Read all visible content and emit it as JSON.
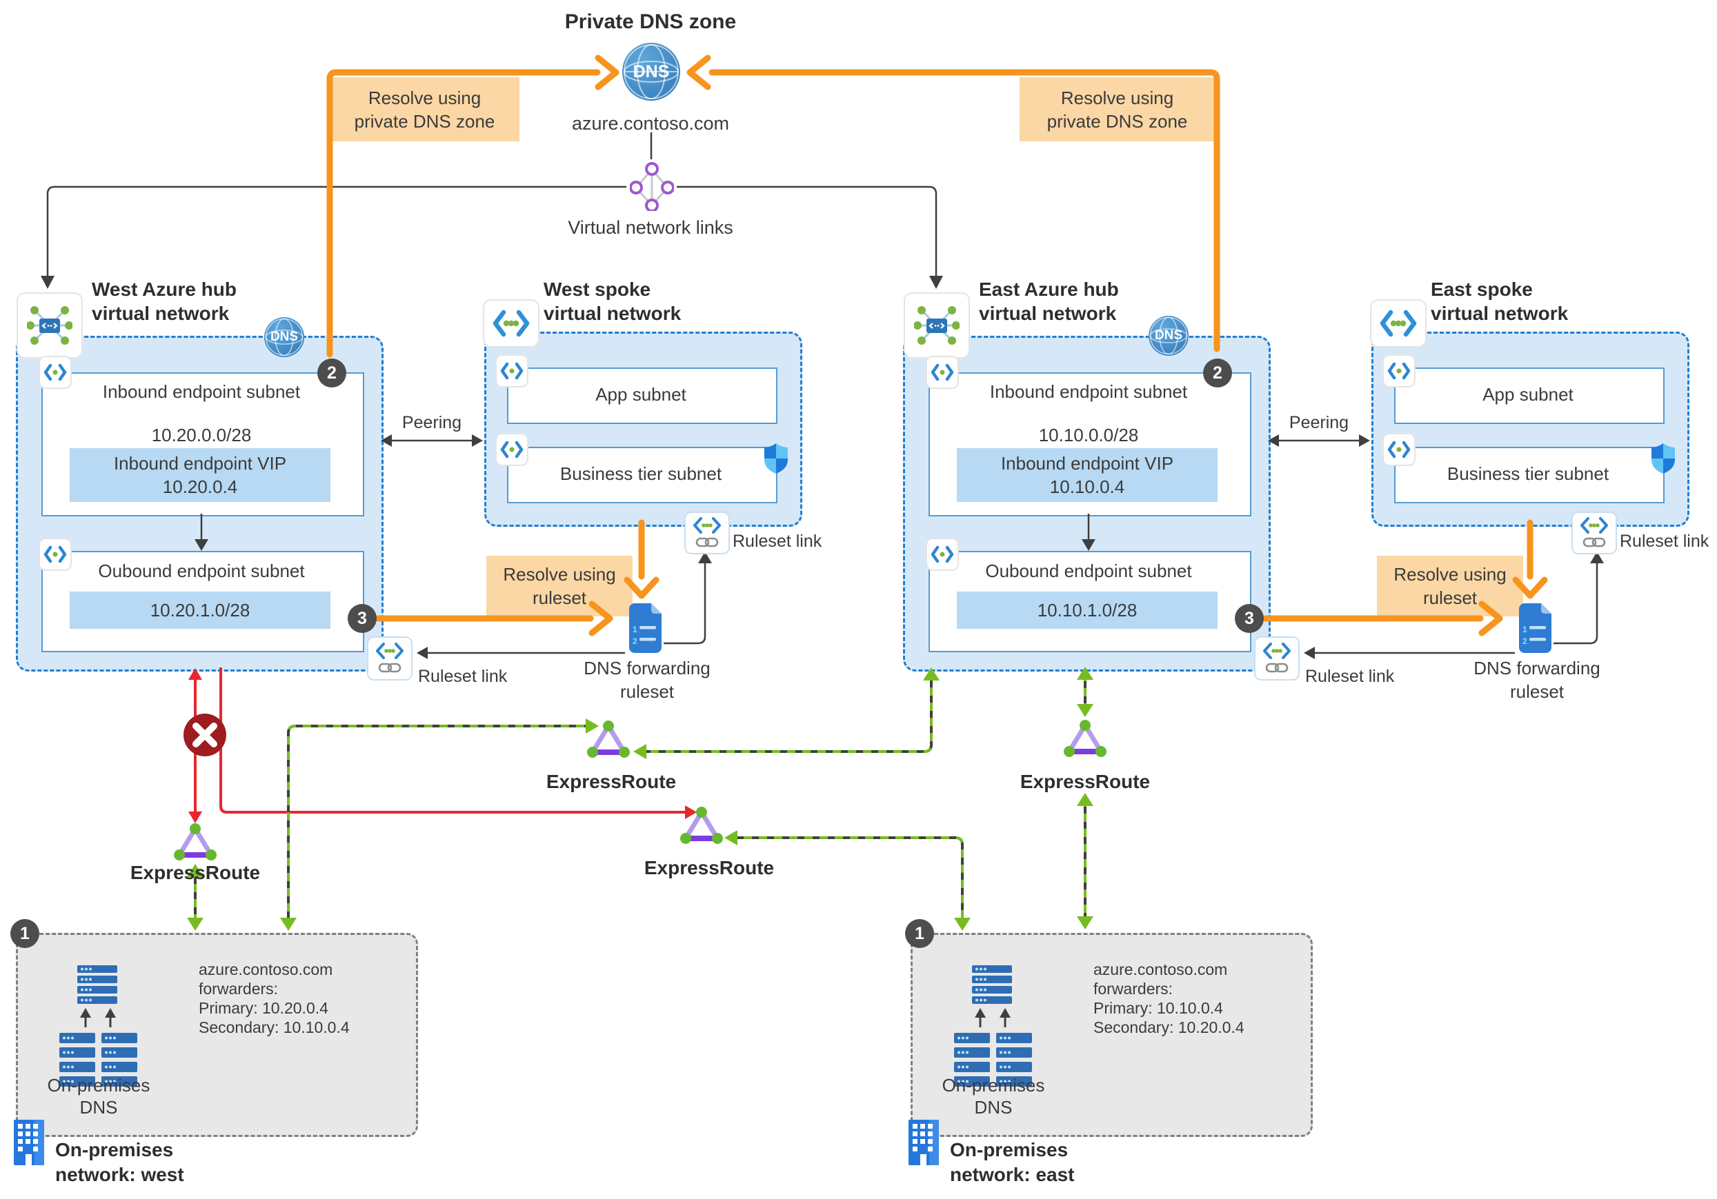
{
  "top": {
    "title": "Private DNS zone",
    "dns": "DNS",
    "zone": "azure.contoso.com",
    "vnet_links": "Virtual network links"
  },
  "callouts": {
    "resolve_private_l1": "Resolve using",
    "resolve_private_l2": "private DNS zone",
    "resolve_ruleset_l1": "Resolve using",
    "resolve_ruleset_l2": "ruleset"
  },
  "labels": {
    "peering": "Peering",
    "ruleset_link": "Ruleset link",
    "expressroute": "ExpressRoute",
    "dns_forwarding_l1": "DNS forwarding",
    "dns_forwarding_l2": "ruleset"
  },
  "badges": {
    "one": "1",
    "two": "2",
    "three": "3"
  },
  "doc_icon_rows": {
    "r1": "1",
    "r2": "2"
  },
  "west_hub": {
    "title_l1": "West Azure hub",
    "title_l2": "virtual network",
    "dns": "DNS",
    "inbound_title": "Inbound endpoint subnet",
    "inbound_cidr": "10.20.0.0/28",
    "vip_l1": "Inbound endpoint VIP",
    "vip_l2": "10.20.0.4",
    "outbound_title": "Oubound endpoint subnet",
    "outbound_cidr": "10.20.1.0/28"
  },
  "east_hub": {
    "title_l1": "East Azure hub",
    "title_l2": "virtual network",
    "dns": "DNS",
    "inbound_title": "Inbound endpoint subnet",
    "inbound_cidr": "10.10.0.0/28",
    "vip_l1": "Inbound endpoint VIP",
    "vip_l2": "10.10.0.4",
    "outbound_title": "Oubound endpoint subnet",
    "outbound_cidr": "10.10.1.0/28"
  },
  "west_spoke": {
    "title_l1": "West spoke",
    "title_l2": "virtual network",
    "app": "App subnet",
    "business": "Business tier subnet"
  },
  "east_spoke": {
    "title_l1": "East spoke",
    "title_l2": "virtual network",
    "app": "App subnet",
    "business": "Business tier subnet"
  },
  "onprem_west": {
    "dns_l1": "On-premises",
    "dns_l2": "DNS",
    "fwd": [
      "azure.contoso.com",
      "forwarders:",
      "Primary: 10.20.0.4",
      "Secondary: 10.10.0.4"
    ],
    "name_l1": "On-premises",
    "name_l2": "network: west"
  },
  "onprem_east": {
    "dns_l1": "On-premises",
    "dns_l2": "DNS",
    "fwd": [
      "azure.contoso.com",
      "forwarders:",
      "Primary: 10.10.0.4",
      "Secondary: 10.20.0.4"
    ],
    "name_l1": "On-premises",
    "name_l2": "network: east"
  },
  "colors": {
    "orange": "#F7941D",
    "orange_light": "#FAD7A4",
    "box_blue_fill": "#D6E8F8",
    "box_blue_border": "#1F7ED0",
    "highlight_blue": "#B7D9F3",
    "green": "#76BC21",
    "red": "#E8262D",
    "blocked_red": "#9D1D20",
    "badge_gray": "#4D4D4D",
    "onprem_gray": "#E8E8E8",
    "text": "#3B3B3B"
  }
}
